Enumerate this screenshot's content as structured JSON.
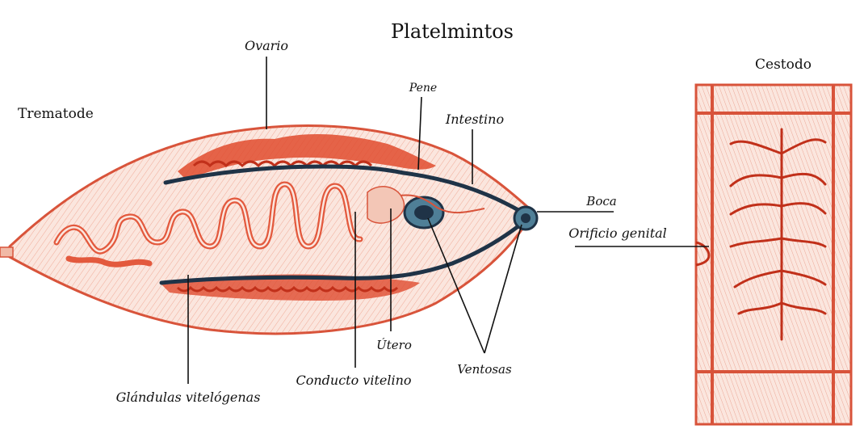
{
  "title": "Platelmintos",
  "left_heading": "Trematode",
  "right_heading": "Cestodo",
  "labels": {
    "ovario": "Ovario",
    "pene": "Pene",
    "intestino": "Intestino",
    "boca": "Boca",
    "orificio_genital": "Orificio genital",
    "utero": "Útero",
    "ventosas": "Ventosas",
    "conducto_vitelino": "Conducto vitelino",
    "glandulas_vitelogenas": "Glándulas vitelógenas"
  },
  "colors": {
    "body_fill": "#fbe6de",
    "body_stroke": "#d8533a",
    "organ_red": "#d83a1f",
    "intestine_dark": "#1f3347",
    "label_line": "#111111",
    "background": "#ffffff"
  }
}
